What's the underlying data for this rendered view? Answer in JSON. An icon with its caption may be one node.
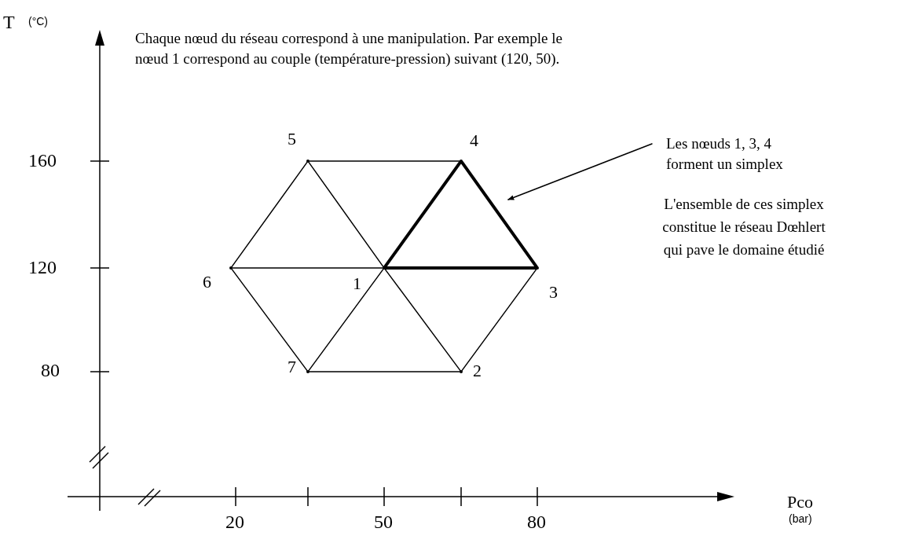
{
  "diagram": {
    "nodes": [
      {
        "text": [],
        "shape": "point",
        "beside": [
          "1"
        ]
      },
      {
        "text": [],
        "shape": "point",
        "beside": [
          "2"
        ]
      },
      {
        "text": [],
        "shape": "point",
        "beside": [
          "3"
        ]
      },
      {
        "text": [],
        "shape": "point",
        "beside": [
          "4"
        ]
      },
      {
        "text": [],
        "shape": "point",
        "beside": [
          "5"
        ]
      },
      {
        "text": [],
        "shape": "point",
        "beside": [
          "6"
        ]
      },
      {
        "text": [],
        "shape": "point",
        "beside": [
          "7"
        ]
      },
      {
        "text": [
          "Les nœuds 1, 3, 4 forment un simplex"
        ]
      }
    ],
    "edges": [
      {
        "from": 4,
        "to": 3,
        "arrow": "none"
      },
      {
        "from": 3,
        "to": 2,
        "arrow": "none",
        "style": "thick"
      },
      {
        "from": 2,
        "to": 1,
        "arrow": "none"
      },
      {
        "from": 1,
        "to": 6,
        "arrow": "none"
      },
      {
        "from": 6,
        "to": 5,
        "arrow": "none"
      },
      {
        "from": 5,
        "to": 4,
        "arrow": "none"
      },
      {
        "from": 0,
        "to": 4,
        "arrow": "none"
      },
      {
        "from": 0,
        "to": 3,
        "arrow": "none",
        "style": "thick"
      },
      {
        "from": 0,
        "to": 2,
        "arrow": "none",
        "style": "thick"
      },
      {
        "from": 0,
        "to": 1,
        "arrow": "none"
      },
      {
        "from": 0,
        "to": 6,
        "arrow": "none"
      },
      {
        "from": 0,
        "to": 5,
        "arrow": "none"
      },
      {
        "from": 7,
        "to": null,
        "arrow": "to"
      }
    ],
    "labels": [
      "T",
      "(°C)",
      "Chaque nœud du réseau correspond à une manipulation. Par exemple le nœud 1 correspond au couple (température-pression) suivant (120, 50).",
      "160",
      "120",
      "80",
      "L'ensemble de ces simplex constitue le réseau Dœhlert qui pave le domaine étudié",
      "20",
      "50",
      "80",
      "Pco",
      "(bar)"
    ]
  }
}
